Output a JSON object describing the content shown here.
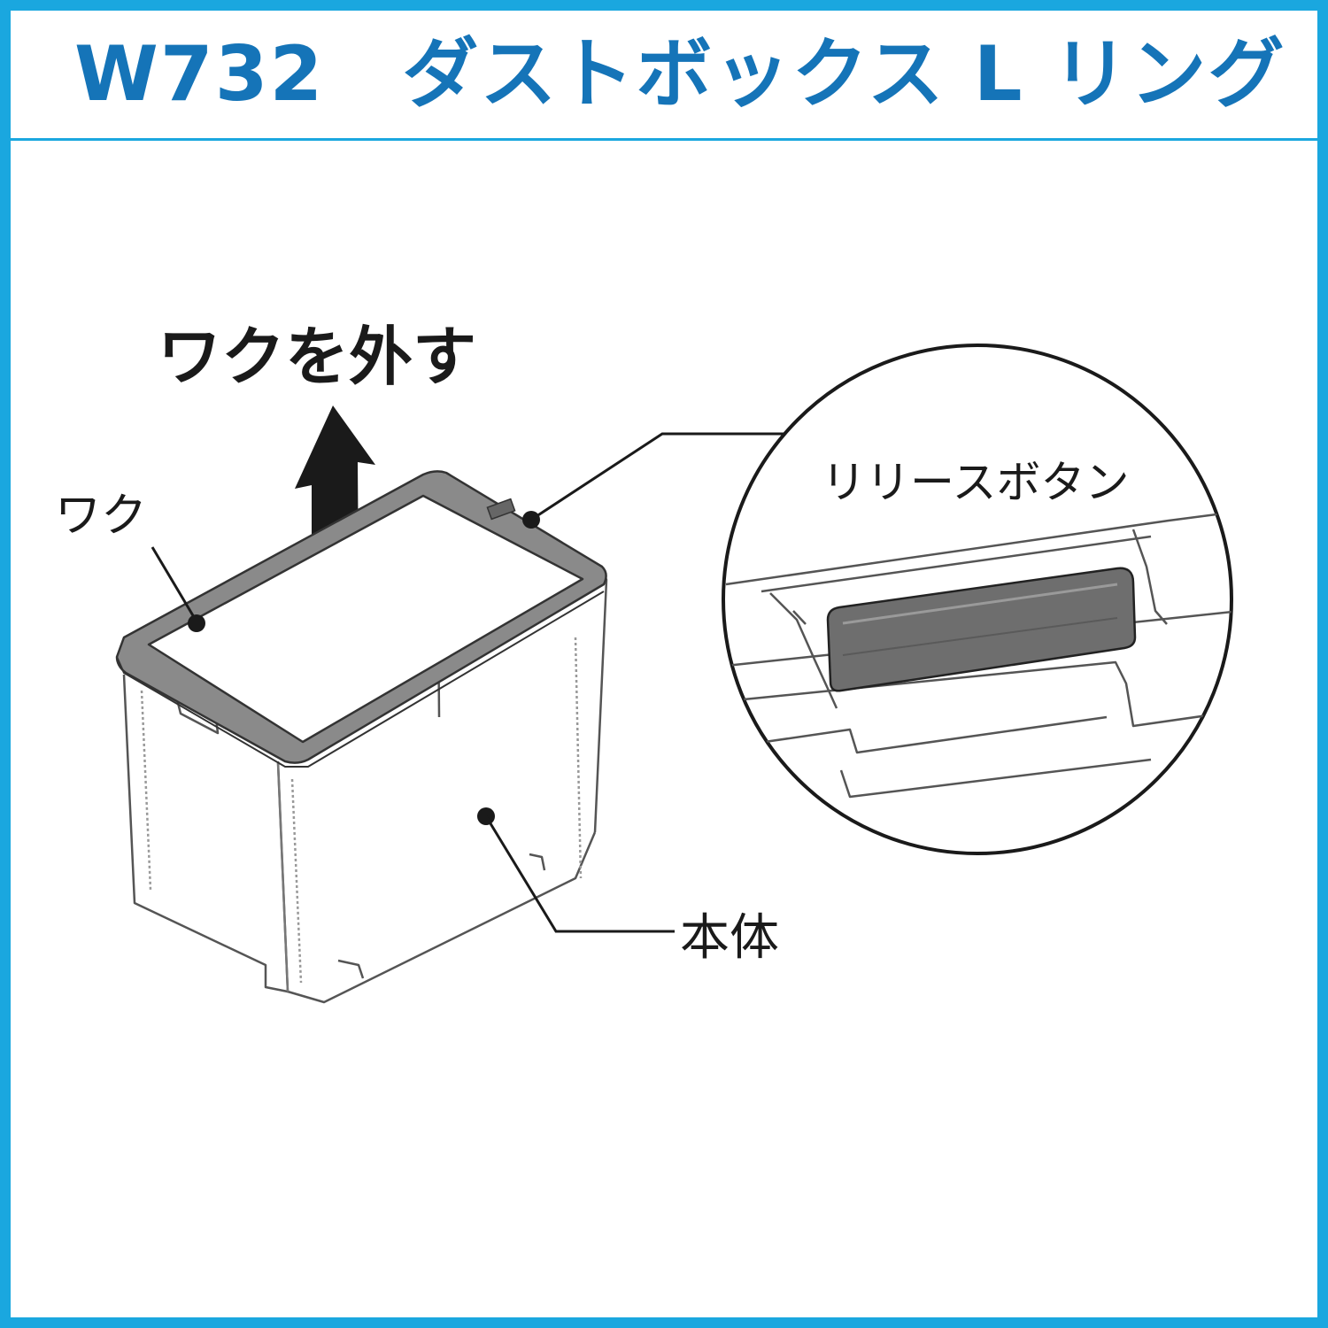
{
  "header": {
    "title": "W732　ダストボックス L リング"
  },
  "diagram": {
    "instruction": "ワクを外す",
    "labels": {
      "frame": "ワク",
      "release_button": "リリースボタン",
      "body": "本体"
    }
  },
  "colors": {
    "border": "#1aa7df",
    "title": "#1574b8",
    "frame_ring": "#8a8a8a",
    "button": "#6e6e6e"
  }
}
